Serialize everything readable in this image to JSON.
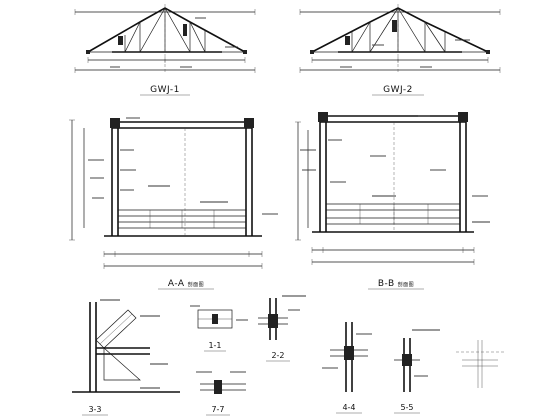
{
  "views": {
    "gwj1": {
      "title": "GWJ-1"
    },
    "gwj2": {
      "title": "GWJ-2"
    },
    "section_a": {
      "title": "A-A",
      "subtitle": "剖面图"
    },
    "section_b": {
      "title": "B-B",
      "subtitle": "剖面图"
    },
    "d33": {
      "title": "3-3"
    },
    "d11": {
      "title": "1-1"
    },
    "d22": {
      "title": "2-2"
    },
    "d77": {
      "title": "7-7"
    },
    "d44": {
      "title": "4-4"
    },
    "d55": {
      "title": "5-5"
    }
  }
}
